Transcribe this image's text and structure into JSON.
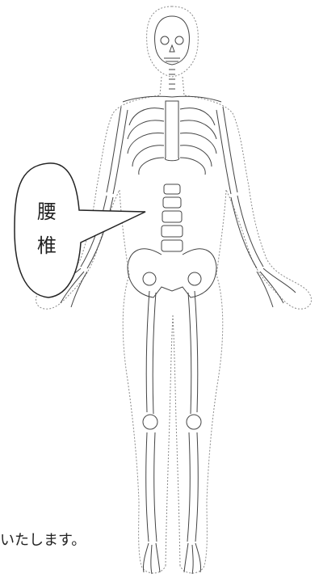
{
  "callout": {
    "char_1": "腰",
    "char_2": "椎"
  },
  "footer_text": "いたします。"
}
